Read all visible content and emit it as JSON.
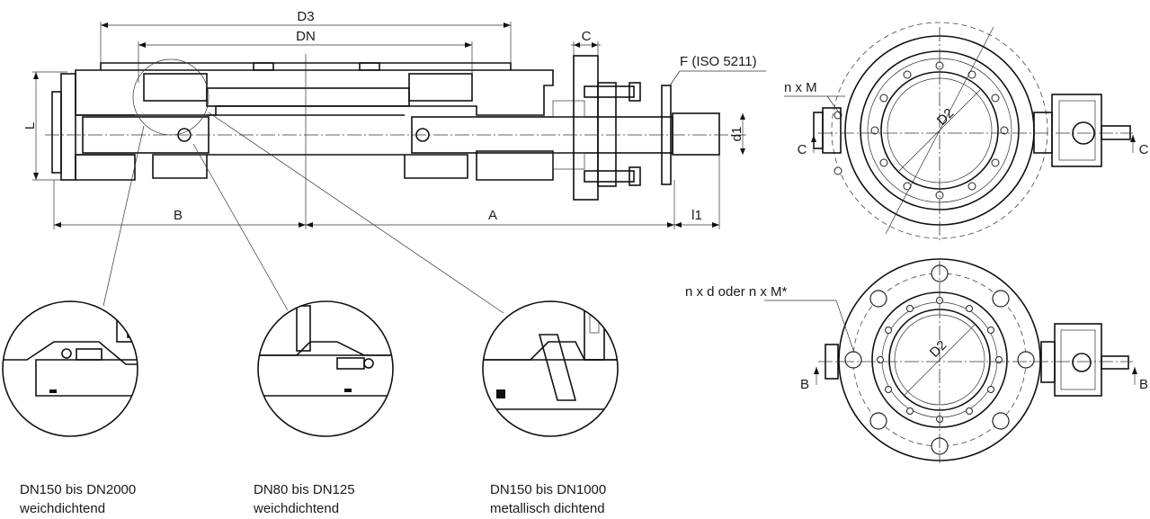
{
  "dimensions": {
    "d3": "D3",
    "dn": "DN",
    "c": "C",
    "f": "F (ISO 5211)",
    "l": "L",
    "d1": "d1",
    "b": "B",
    "a": "A",
    "l1": "l1"
  },
  "top_view": {
    "label_nxm": "n x M",
    "label_d2": "D2",
    "section_left": "C",
    "section_right": "C"
  },
  "bottom_view": {
    "label_nxd": "n x d oder  n x M*",
    "label_d2": "D2",
    "section_left": "B",
    "section_right": "B"
  },
  "details": [
    {
      "line1": "DN150 bis DN2000",
      "line2": "weichdichtend"
    },
    {
      "line1": "DN80 bis DN125",
      "line2": "weichdichtend"
    },
    {
      "line1": "DN150 bis DN1000",
      "line2": "metallisch dichtend"
    }
  ]
}
